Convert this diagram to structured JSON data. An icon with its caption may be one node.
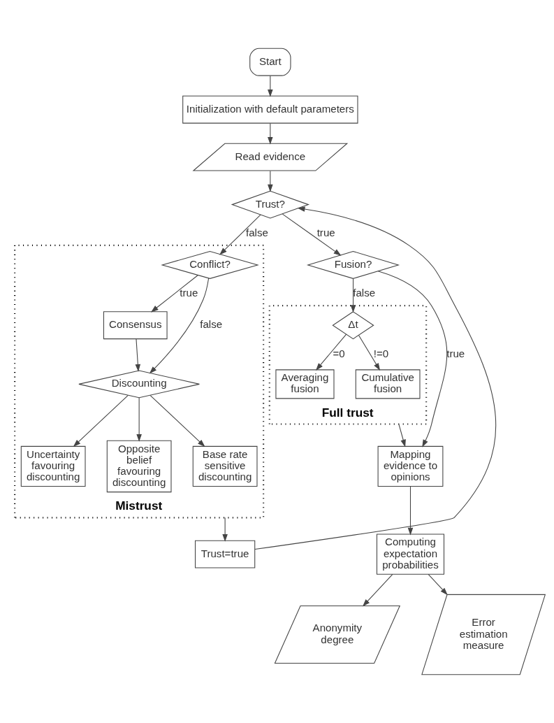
{
  "diagram": {
    "nodes": [
      {
        "text": [
          "Start"
        ]
      },
      {
        "text": [
          "Initialization with default parameters"
        ]
      },
      {
        "text": [
          "Read evidence"
        ]
      },
      {
        "text": [
          "Trust?"
        ]
      },
      {
        "text": [
          "Mistrust"
        ]
      },
      {
        "text": [
          "Conflict?"
        ],
        "in": 4
      },
      {
        "text": [
          "Consensus"
        ],
        "in": 4
      },
      {
        "text": [
          "Discounting"
        ],
        "in": 4
      },
      {
        "text": [
          "Uncertainty favouring discounting"
        ],
        "in": 4
      },
      {
        "text": [
          "Opposite belief favouring discounting"
        ],
        "in": 4
      },
      {
        "text": [
          "Base rate sensitive discounting"
        ],
        "in": 4
      },
      {
        "text": [
          "Fusion?"
        ]
      },
      {
        "text": [
          "Full trust"
        ]
      },
      {
        "text": [
          "Δt"
        ],
        "in": 12
      },
      {
        "text": [
          "Averaging fusion"
        ],
        "in": 12
      },
      {
        "text": [
          "Cumulative fusion"
        ],
        "in": 12
      },
      {
        "text": [
          "Mapping evidence to opinions"
        ]
      },
      {
        "text": [
          "Trust=true"
        ]
      },
      {
        "text": [
          "Computing expectation probabilities"
        ]
      },
      {
        "text": [
          "Anonymity degree"
        ]
      },
      {
        "text": [
          "Error estimation measure"
        ]
      }
    ],
    "edges": [
      {
        "from": 0,
        "to": 1,
        "arrow": "to"
      },
      {
        "from": 1,
        "to": 2,
        "arrow": "to"
      },
      {
        "from": 2,
        "to": 3,
        "arrow": "to"
      },
      {
        "from": 3,
        "to": 5,
        "arrow": "to",
        "label": "false"
      },
      {
        "from": 3,
        "to": 11,
        "arrow": "to",
        "label": "true"
      },
      {
        "from": 5,
        "to": 7,
        "arrow": "to",
        "label": "false"
      },
      {
        "from": 5,
        "to": 6,
        "arrow": "to",
        "label": "true"
      },
      {
        "from": 6,
        "to": 7,
        "arrow": "to"
      },
      {
        "from": 7,
        "to": 8,
        "arrow": "to"
      },
      {
        "from": 7,
        "to": 9,
        "arrow": "to"
      },
      {
        "from": 7,
        "to": 10,
        "arrow": "to"
      },
      {
        "from": 4,
        "to": 17,
        "arrow": "to"
      },
      {
        "from": 17,
        "to": 3,
        "arrow": "to"
      },
      {
        "from": 11,
        "to": 13,
        "arrow": "to",
        "label": "false"
      },
      {
        "from": 11,
        "to": 16,
        "arrow": "to",
        "label": "true"
      },
      {
        "from": 13,
        "to": 14,
        "arrow": "to",
        "label": "=0"
      },
      {
        "from": 13,
        "to": 15,
        "arrow": "to",
        "label": "!=0"
      },
      {
        "from": 12,
        "to": 16,
        "arrow": "to"
      },
      {
        "from": 16,
        "to": 18,
        "arrow": "to"
      },
      {
        "from": 18,
        "to": 19,
        "arrow": "to"
      },
      {
        "from": 18,
        "to": 20,
        "arrow": "to"
      }
    ]
  }
}
